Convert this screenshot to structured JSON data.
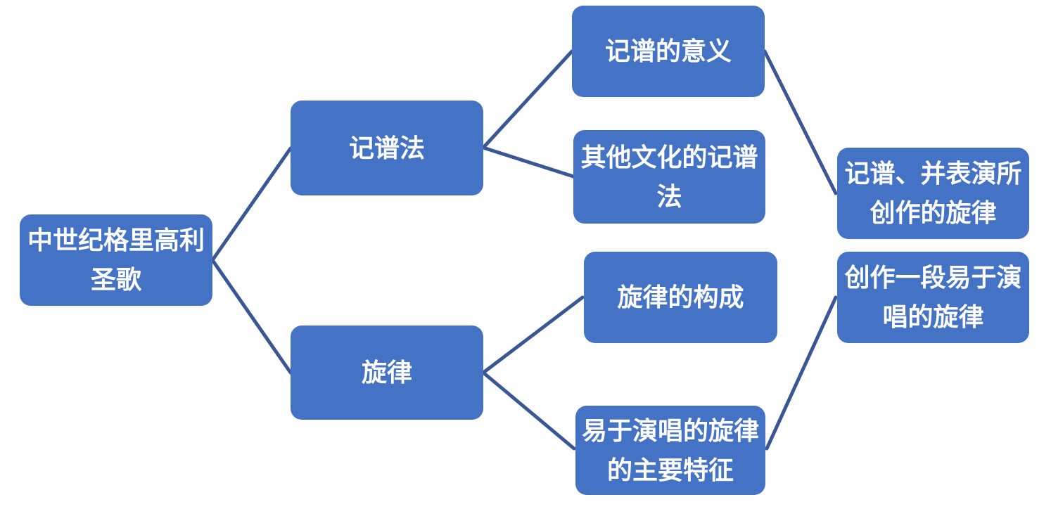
{
  "diagram": {
    "type": "hierarchy-mindmap",
    "title": "中世纪格里高利圣歌",
    "edges": [
      {
        "from": "root",
        "to": "notation"
      },
      {
        "from": "root",
        "to": "melody"
      },
      {
        "from": "notation",
        "to": "notation_meaning"
      },
      {
        "from": "notation",
        "to": "other_cultures_notation"
      },
      {
        "from": "melody",
        "to": "melody_composition"
      },
      {
        "from": "melody",
        "to": "singable_melody_features"
      },
      {
        "from": "notation_meaning",
        "to": "notate_and_perform"
      },
      {
        "from": "singable_melody_features",
        "to": "create_singable_melody"
      }
    ]
  },
  "nodes": {
    "root": {
      "label": "中世纪格里高利\n圣歌"
    },
    "notation": {
      "label": "记谱法"
    },
    "melody": {
      "label": "旋律"
    },
    "notation_meaning": {
      "label": "记谱的意义"
    },
    "other_cultures_notation": {
      "label": "其他文化的记谱\n法"
    },
    "melody_composition": {
      "label": "旋律的构成"
    },
    "singable_melody_features": {
      "label": "易于演唱的旋律\n的主要特征"
    },
    "notate_and_perform": {
      "label": "记谱、并表演所\n创作的旋律"
    },
    "create_singable_melody": {
      "label": "创作一段易于演\n唱的旋律"
    }
  },
  "colors": {
    "node_fill": "#4472C4",
    "node_text": "#FFFFFF",
    "connector": "#3A5795",
    "background": "#FFFFFF"
  }
}
